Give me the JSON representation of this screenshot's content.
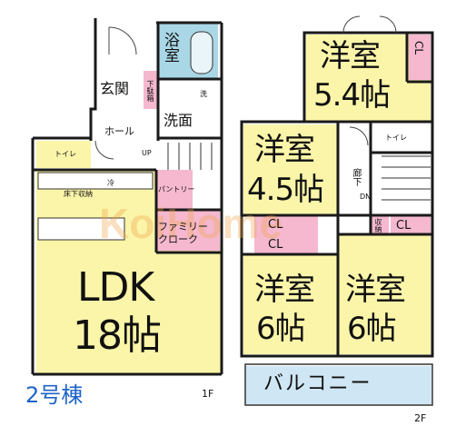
{
  "colors": {
    "room_yellow": "#fbf5a9",
    "hall_white": "#ffffff",
    "water_blue": "#a9d7e6",
    "storage_pink": "#f5b8cf",
    "balcony_blue": "#cfe6f4",
    "wall": "#1a1a1a",
    "watermark": "#f2a24a",
    "building_label": "#1e63c8"
  },
  "floor1": {
    "ldk_label": "LDK",
    "ldk_size": "18帖",
    "genkan": "玄関",
    "hall": "ホール",
    "bath": "浴室",
    "washroom": "洗面",
    "shoe_box": "下駄箱",
    "wash": "洗",
    "toilet": "トイレ",
    "floor_storage": "床下収納",
    "refrigerator": "冷",
    "pantry": "パントリー",
    "family_closet": "ファミリークローク",
    "up": "UP",
    "floor_label": "1F",
    "building_name": "2号棟"
  },
  "floor2": {
    "room_a_name": "洋室",
    "room_a_size": "5.4帖",
    "room_b_name": "洋室",
    "room_b_size": "4.5帖",
    "room_c_name": "洋室",
    "room_c_size": "6帖",
    "room_d_name": "洋室",
    "room_d_size": "6帖",
    "cl": "CL",
    "toilet": "トイレ",
    "corridor": "廊下",
    "dn": "DN",
    "storage": "収納",
    "balcony": "バルコニー",
    "floor_label": "2F"
  },
  "watermark": "KoiHome"
}
